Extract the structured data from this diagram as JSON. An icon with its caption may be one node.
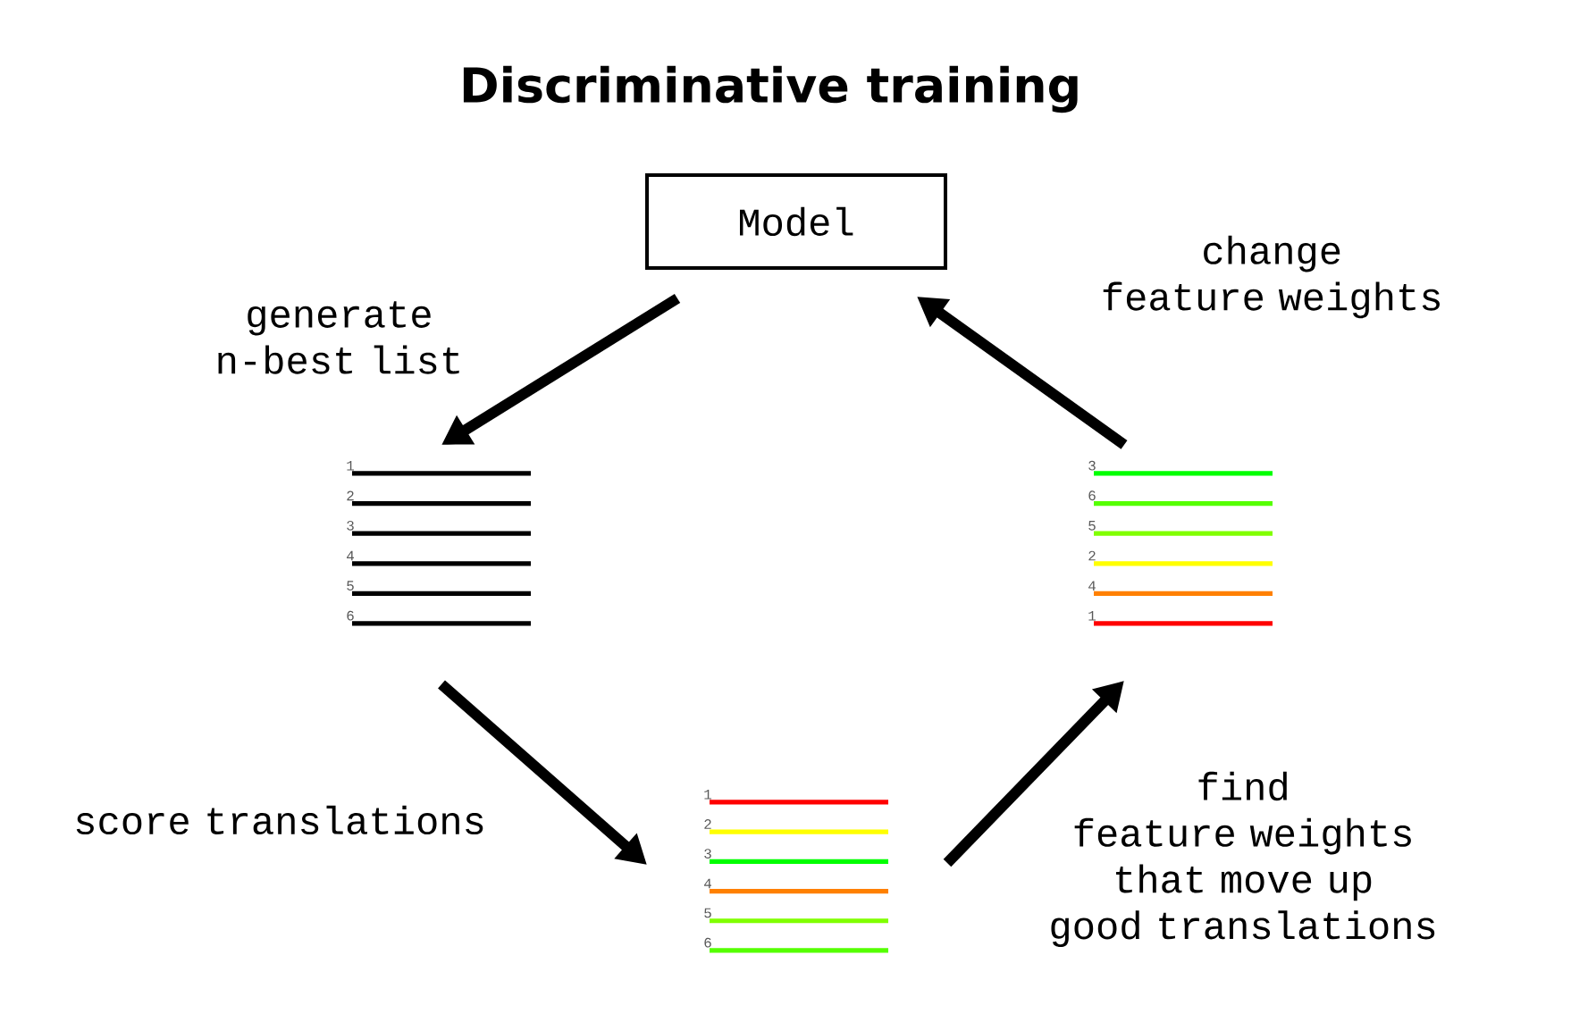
{
  "diagram": {
    "title": "Discriminative training",
    "nodes": [
      {
        "text": [
          "Model"
        ]
      },
      {
        "text": [
          "1",
          "2",
          "3",
          "4",
          "5",
          "6"
        ]
      },
      {
        "text": [
          "1",
          "2",
          "3",
          "4",
          "5",
          "6"
        ]
      },
      {
        "text": [
          "3",
          "6",
          "5",
          "2",
          "4",
          "1"
        ]
      }
    ],
    "edges": [
      {
        "from": 0,
        "to": 1,
        "arrow": "to",
        "label": "generate n-best list"
      },
      {
        "from": 1,
        "to": 2,
        "arrow": "to",
        "label": "score translations"
      },
      {
        "from": 2,
        "to": 3,
        "arrow": "to",
        "label": "find feature weights that move up good translations"
      },
      {
        "from": 3,
        "to": 0,
        "arrow": "to",
        "label": "change feature weights"
      }
    ]
  }
}
